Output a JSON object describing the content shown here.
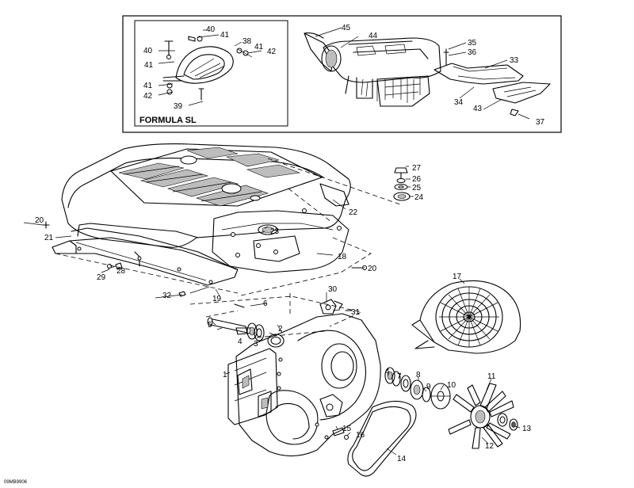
{
  "inset": {
    "title": "FORMULA SL"
  },
  "drawing_code": "09MB9906",
  "callouts": {
    "c1": "1",
    "c2": "2",
    "c3": "3",
    "c4": "4",
    "c5": "5",
    "c6": "6",
    "c7": "7",
    "c8": "8",
    "c9": "9",
    "c10": "10",
    "c11": "11",
    "c12": "12",
    "c13": "13",
    "c14": "14",
    "c15": "15",
    "c16": "16",
    "c17": "17",
    "c18": "18",
    "c19": "19",
    "c20a": "20",
    "c20b": "20",
    "c21": "21",
    "c22": "22",
    "c23": "23",
    "c24": "24",
    "c25": "25",
    "c26": "26",
    "c27": "27",
    "c28": "28",
    "c29": "29",
    "c30": "30",
    "c31": "31",
    "c32": "32",
    "c33": "33",
    "c34": "34",
    "c35": "35",
    "c36": "36",
    "c37": "37",
    "c38": "38",
    "c39": "39",
    "c40a": "40",
    "c40b": "40",
    "c41a": "41",
    "c41b": "41",
    "c41c": "41",
    "c41d": "41",
    "c42a": "42",
    "c42b": "42",
    "c43": "43",
    "c44": "44",
    "c45": "45"
  }
}
